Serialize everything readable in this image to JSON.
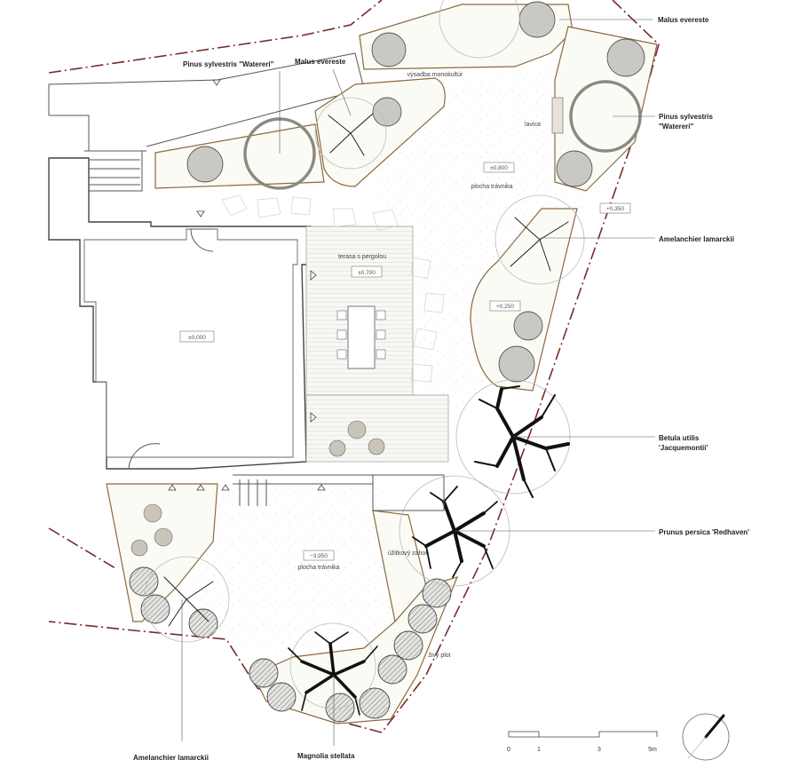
{
  "labels": {
    "malus_top": "Malus evereste",
    "pinus_left": "Pinus sylvestris \"Watereri\"",
    "malus_left": "Malus evereste",
    "pinus_right_1": "Pinus sylvestris",
    "pinus_right_2": "\"Watereri\"",
    "amelanchier_right": "Amelanchier lamarckii",
    "betula_1": "Betula utilis",
    "betula_2": "'Jacquemontii'",
    "prunus": "Prunus persica 'Redhaven'",
    "amelanchier_bottom": "Amelanchier lamarckii",
    "magnolia": "Magnolia stellata"
  },
  "notes": {
    "vysadba": "výsadba monokultúr",
    "lavica": "lavica",
    "plocha_top": "plocha trávnika",
    "terasa": "terasa s pergolou",
    "uzitkovy": "úžitkový záhon",
    "plocha_bottom": "plocha trávnika",
    "zivy_plot": "živý plot"
  },
  "levels": {
    "house": "±0,000",
    "lawn_top": "±0,800",
    "terrace": "±0,700",
    "bed_right": "+0,350",
    "bed_mid": "+0,250",
    "lawn_bottom": "−3,950"
  },
  "scale": {
    "t0": "0",
    "t1": "1",
    "t3": "3",
    "t5": "5m"
  },
  "colors": {
    "boundary": "#7a2a2a",
    "bed_edge": "#8b6a3e",
    "foliage": "#9bb37a"
  }
}
